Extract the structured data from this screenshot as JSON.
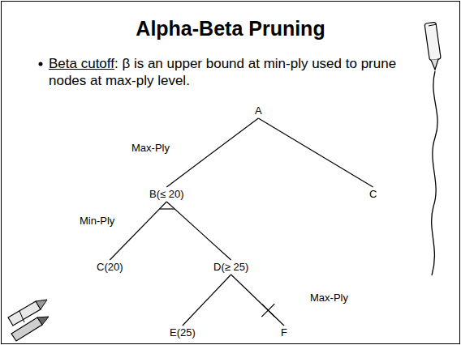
{
  "diagram": {
    "title": "Alpha-Beta Pruning",
    "nodes": [
      {
        "text": [
          "A"
        ]
      },
      {
        "text": [
          "B(≤ 20)"
        ]
      },
      {
        "text": [
          "C"
        ]
      },
      {
        "text": [
          "C(20)"
        ]
      },
      {
        "text": [
          "D(≥ 25)"
        ]
      },
      {
        "text": [
          "E(25)"
        ]
      },
      {
        "text": [
          "F"
        ]
      }
    ],
    "edges": [
      {
        "from": 0,
        "to": 1,
        "arrow": "none"
      },
      {
        "from": 0,
        "to": 2,
        "arrow": "none"
      },
      {
        "from": 1,
        "to": 3,
        "arrow": "none"
      },
      {
        "from": 1,
        "to": 4,
        "arrow": "none"
      },
      {
        "from": 4,
        "to": 5,
        "arrow": "none"
      },
      {
        "from": 4,
        "to": 6,
        "arrow": "none"
      }
    ],
    "labels": [
      "Beta cutoff",
      ": β is an upper bound at min-ply used to prune nodes at max-ply level.",
      "Max-Ply",
      "Min-Ply",
      "Max-Ply"
    ]
  }
}
